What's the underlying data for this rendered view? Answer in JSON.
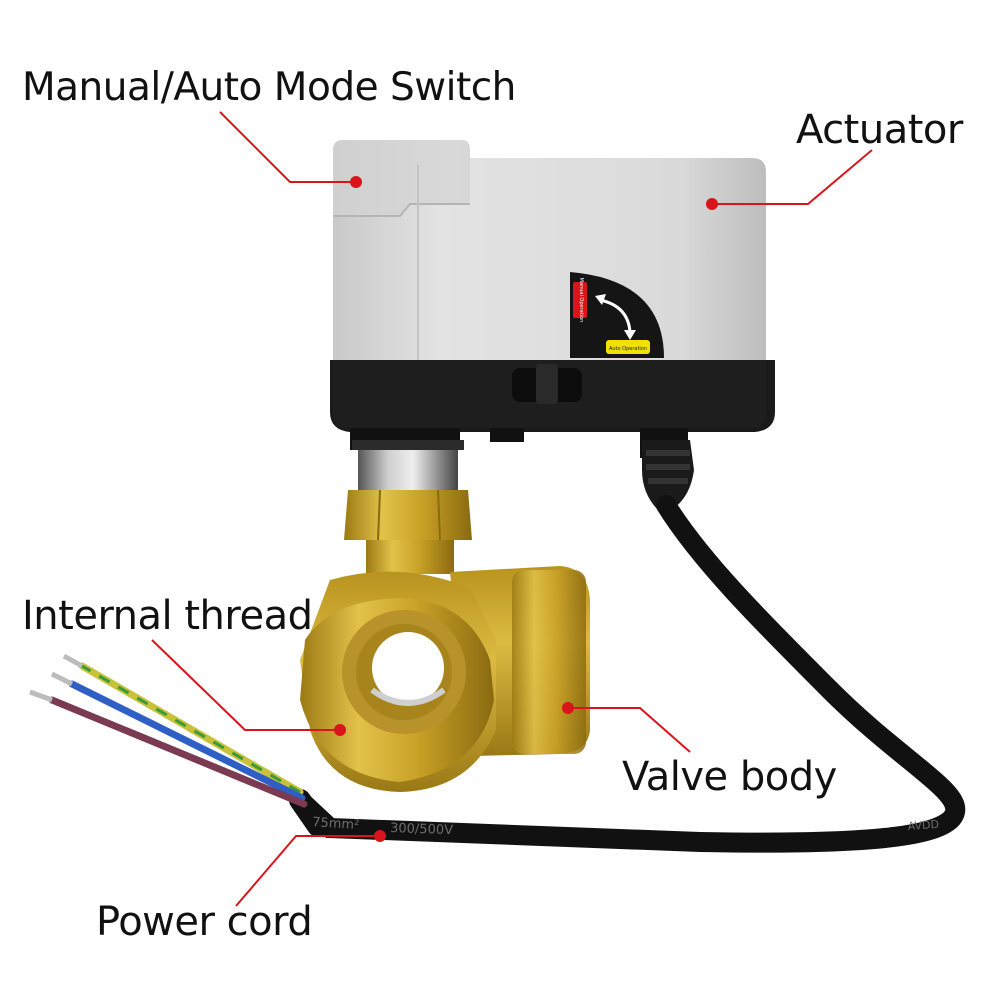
{
  "callouts": {
    "manual_auto_switch": "Manual/Auto Mode Switch",
    "actuator": "Actuator",
    "internal_thread": "Internal thread",
    "valve_body": "Valve body",
    "power_cord": "Power cord"
  },
  "product_markings": {
    "manual_operation": "Manual Operation",
    "auto_operation": "Auto Operation",
    "cable_print_1": "75mm²",
    "cable_print_2": "300/500V",
    "cable_print_3": "AVDD"
  },
  "colors": {
    "callout_line": "#d9141b",
    "actuator_housing": "#dcdcdc",
    "actuator_base": "#1c1c1c",
    "brass": "#c9a227",
    "cable": "#111111",
    "wire_yellow_green": "#c8c23a",
    "wire_blue": "#2f5fc4",
    "wire_brown": "#7a3a52"
  }
}
